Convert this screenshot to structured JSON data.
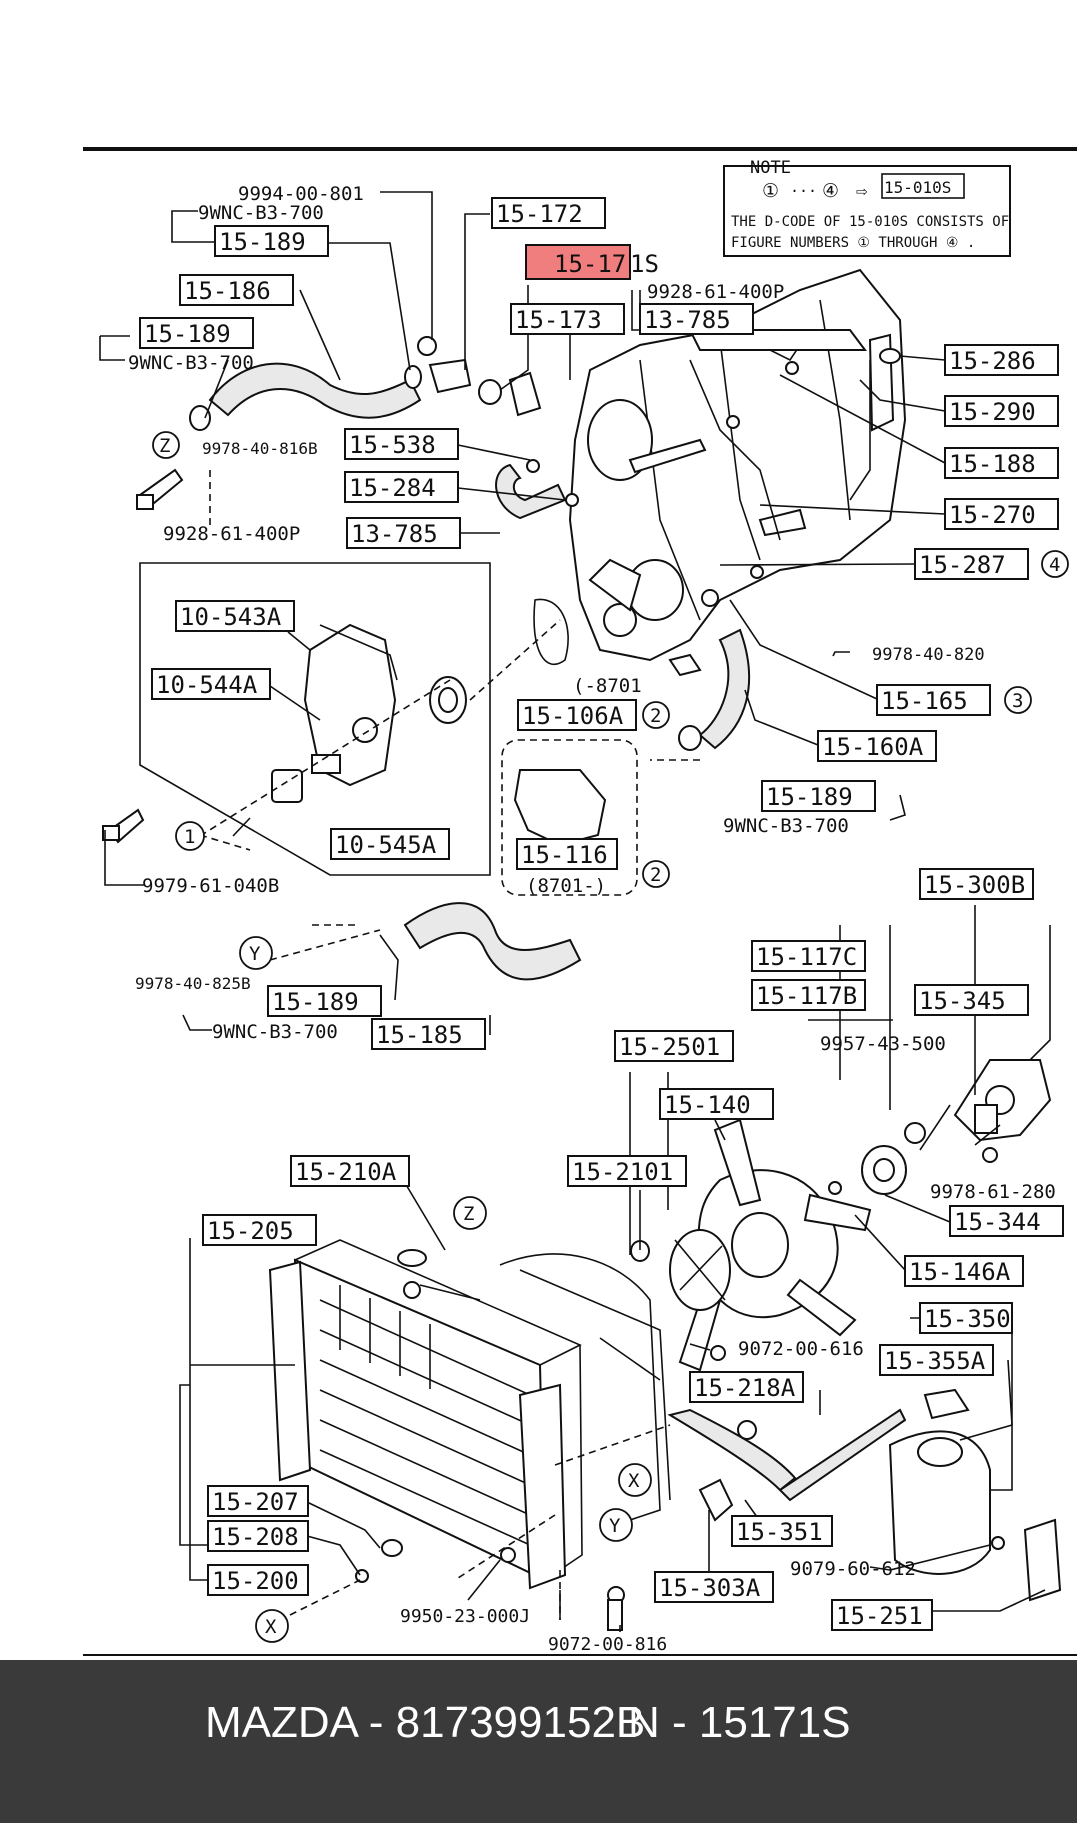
{
  "note": {
    "heading": "NOTE",
    "range_start": "①",
    "range_dots": "···",
    "range_end": "④",
    "arrow": "⇨",
    "ref_code": "15-010S",
    "line1": "THE D-CODE OF 15-010S CONSISTS OF",
    "line2": "FIGURE NUMBERS ① THROUGH ④ ."
  },
  "highlight_color": "#f07070",
  "labels": {
    "l_9994_00_801": "9994-00-801",
    "l_9wnc_top": "9WNC-B3-700",
    "l_15_189_top": "15-189",
    "l_15_172": "15-172",
    "l_15_171s_a": "15-17",
    "l_15_171s_b": "1S",
    "l_9928_top": "9928-61-400P",
    "l_15_186": "15-186",
    "l_15_173": "15-173",
    "l_13_785_top": "13-785",
    "l_15_189_left": "15-189",
    "l_9wnc_left": "9WNC-B3-700",
    "l_z_left": "Z",
    "l_9978_816": "9978-40-816B",
    "l_15_286": "15-286",
    "l_15_290": "15-290",
    "l_15_538": "15-538",
    "l_15_188": "15-188",
    "l_15_284": "15-284",
    "l_15_270": "15-270",
    "l_9928_mid": "9928-61-400P",
    "l_13_785_mid": "13-785",
    "l_15_287": "15-287",
    "l_c4": "4",
    "l_10_543a": "10-543A",
    "l_9978_820": "9978-40-820",
    "l_10_544a": "10-544A",
    "l_8701_a": "(-8701",
    "l_15_165": "15-165",
    "l_c3": "3",
    "l_15_106a": "15-106A",
    "l_c2a": "2",
    "l_15_160a": "15-160A",
    "l_15_189_right": "15-189",
    "l_9wnc_right": "9WNC-B3-700",
    "l_c1": "1",
    "l_10_545a": "10-545A",
    "l_15_116": "15-116",
    "l_8701_b": "(8701-)",
    "l_c2b": "2",
    "l_9979_61": "9979-61-040B",
    "l_15_300b": "15-300B",
    "l_y_left": "Y",
    "l_15_117c": "15-117C",
    "l_9978_825": "9978-40-825B",
    "l_15_117b": "15-117B",
    "l_15_189_low": "15-189",
    "l_15_345": "15-345",
    "l_9wnc_low": "9WNC-B3-700",
    "l_15_185": "15-185",
    "l_15_2501": "15-2501",
    "l_9957": "9957-43-500",
    "l_15_140": "15-140",
    "l_15_210a": "15-210A",
    "l_15_2101": "15-2101",
    "l_9978_280": "9978-61-280",
    "l_z_low": "Z",
    "l_15_344": "15-344",
    "l_15_205": "15-205",
    "l_15_146a": "15-146A",
    "l_15_350": "15-350",
    "l_9072_616": "9072-00-616",
    "l_15_355a": "15-355A",
    "l_15_218a": "15-218A",
    "l_x_mid": "X",
    "l_15_207": "15-207",
    "l_y_low": "Y",
    "l_15_351": "15-351",
    "l_15_208": "15-208",
    "l_9079": "9079-60-612",
    "l_15_200": "15-200",
    "l_15_303a": "15-303A",
    "l_15_251": "15-251",
    "l_x_low": "X",
    "l_9950": "9950-23-000J",
    "l_9072_816": "9072-00-816"
  },
  "caption": {
    "brand_part": "MAZDA - 817399152B",
    "ref_part": "N - 15171S",
    "bar_color": "#3a3a3a"
  }
}
